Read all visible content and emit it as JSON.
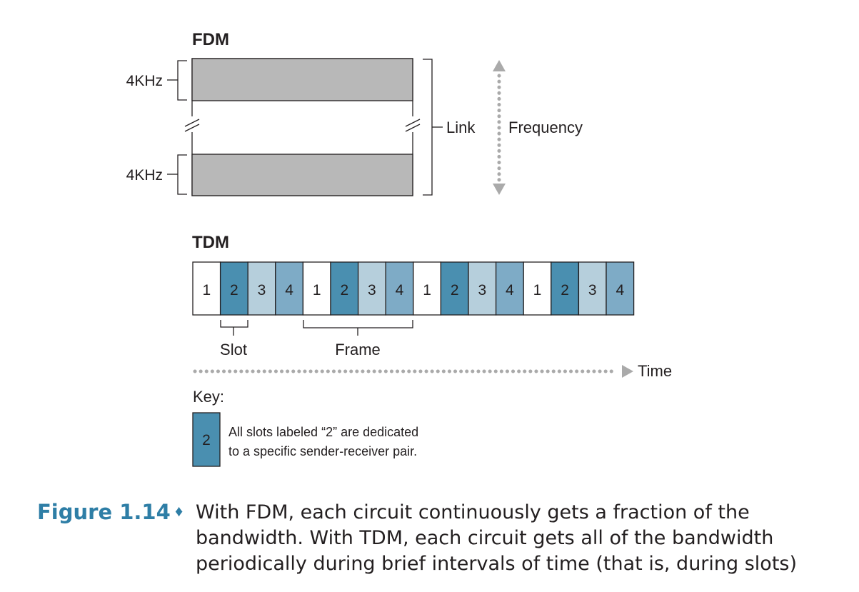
{
  "fdm": {
    "title": "FDM",
    "band_top_label": "4KHz",
    "band_bottom_label": "4KHz",
    "link_label": "Link",
    "frequency_label": "Frequency"
  },
  "tdm": {
    "title": "TDM",
    "slots": [
      "1",
      "2",
      "3",
      "4",
      "1",
      "2",
      "3",
      "4",
      "1",
      "2",
      "3",
      "4",
      "1",
      "2",
      "3",
      "4"
    ],
    "slot_label": "Slot",
    "frame_label": "Frame",
    "time_label": "Time"
  },
  "key": {
    "title": "Key:",
    "swatch_label": "2",
    "line1": "All slots labeled “2” are dedicated",
    "line2": "to a specific sender-receiver pair."
  },
  "caption": {
    "label": "Figure 1.14",
    "separator": "♦",
    "text": "With FDM, each circuit continuously gets a fraction of the bandwidth. With TDM, each circuit gets all of the bandwidth periodically during brief intervals of time (that is, during slots)"
  },
  "colors": {
    "slot_1": "#ffffff",
    "slot_2": "#4a8fb0",
    "slot_3": "#b6cfdc",
    "slot_4": "#7eabc6",
    "fdm_band": "#b8b8b8",
    "arrow_gray": "#aaaaaa",
    "caption_blue": "#2e7ea6"
  }
}
